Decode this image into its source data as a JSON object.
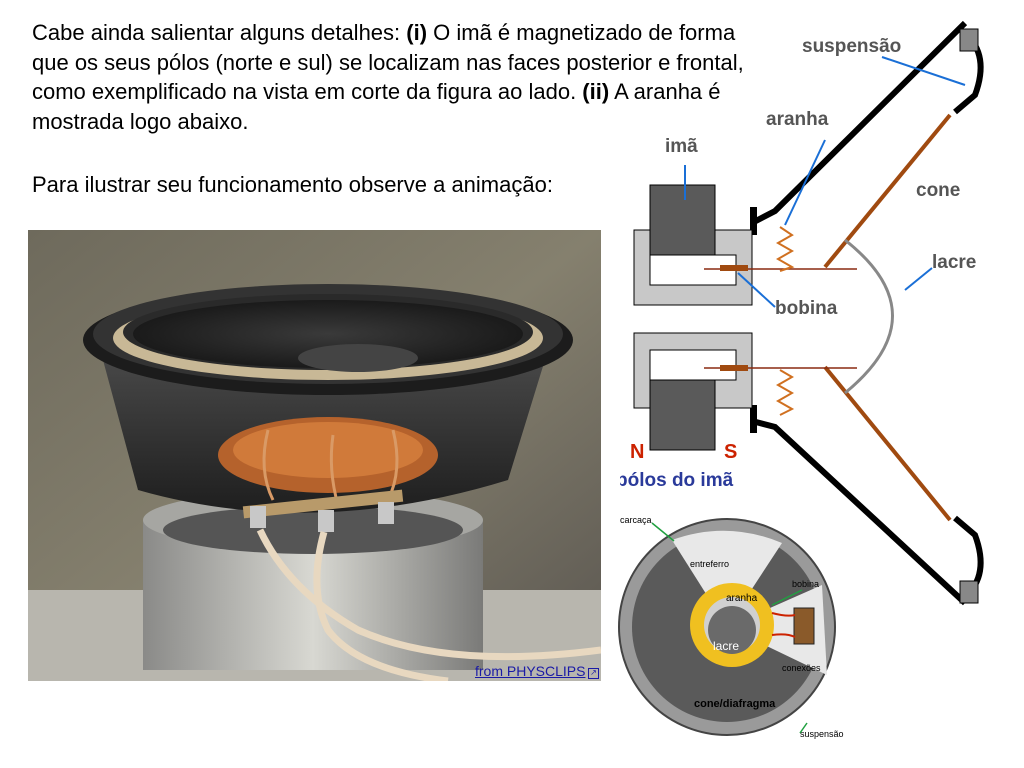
{
  "text": {
    "p1_a": "Cabe ainda salientar alguns detalhes: ",
    "p1_i": "(i)",
    "p1_b": " O imã é magnetizado de forma que os seus pólos (norte e sul) se localizam nas faces posterior e frontal, como exemplificado na vista em corte da figura ao lado. ",
    "p1_ii": "(ii)",
    "p1_c": " A aranha é mostrada logo abaixo.",
    "p2": "Para ilustrar seu funcionamento observe a animação:"
  },
  "photo": {
    "credit": "from PHYSCLIPS"
  },
  "diagram": {
    "suspensao": "suspensão",
    "aranha": "aranha",
    "ima": "imã",
    "cone": "cone",
    "lacre": "lacre",
    "bobina": "bobina",
    "n": "N",
    "s": "S",
    "polos": "pólos do imã"
  },
  "cross_section": {
    "carcaca": "carcaça",
    "entreferro": "entreferro",
    "bobina": "bobina",
    "aranha": "aranha",
    "lacre": "lacre",
    "conexoes": "conexões",
    "cone": "cone/diafragma",
    "suspensao": "suspensão"
  },
  "colors": {
    "label_blue": "#1a6fd6",
    "cone_brown": "#a04a10",
    "pole_red": "#cc2200",
    "polos_navy": "#2a3a9a",
    "lacre_gray": "#888888"
  }
}
